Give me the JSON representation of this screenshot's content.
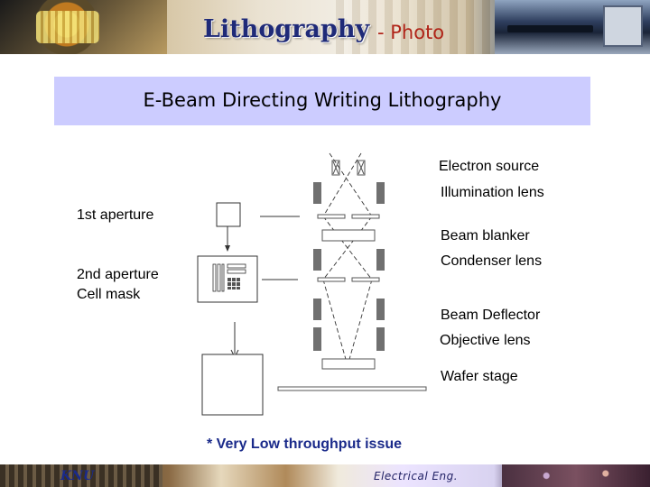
{
  "header": {
    "title": "Lithography",
    "subtitle": "- Photo"
  },
  "topic": {
    "title": "E-Beam Directing Writing Lithography"
  },
  "labels": {
    "electron_source": "Electron source",
    "illumination_lens": "Illumination lens",
    "first_aperture": "1st aperture",
    "beam_blanker": "Beam blanker",
    "condenser_lens": "Condenser lens",
    "second_aperture": "2nd aperture",
    "cell_mask": "Cell mask",
    "beam_deflector": "Beam Deflector",
    "objective_lens": "Objective lens",
    "wafer_stage": "Wafer stage"
  },
  "note": "* Very Low throughput issue",
  "footer": {
    "left": "KNU",
    "right": "Electrical  Eng."
  },
  "colors": {
    "title": "#1f2a78",
    "subtitle": "#b02418",
    "topic_band": "#ccccff",
    "lens": "#707070",
    "note": "#1a2a8a"
  }
}
